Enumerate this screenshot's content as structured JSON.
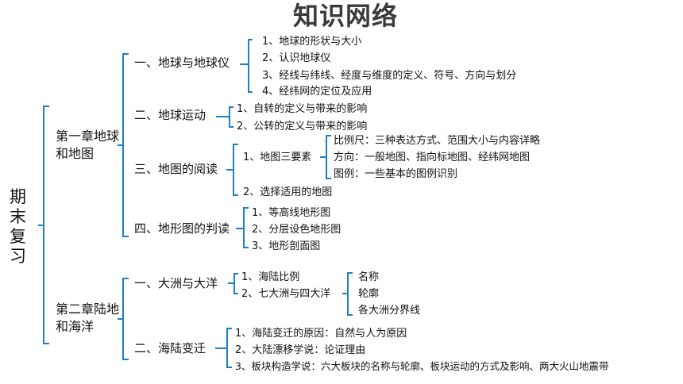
{
  "title": "知识网络",
  "root": "期末复习",
  "chapters": [
    {
      "title": "第一章地球和地图",
      "sections": [
        {
          "title": "一、地球与地球仪",
          "items": [
            "1、地球的形状与大小",
            "2、认识地球仪",
            "3、经线与纬线、经度与维度的定义、符号、方向与划分",
            "4、经纬网的定位及应用"
          ]
        },
        {
          "title": "二、地球运动",
          "items": [
            "1、自转的定义与带来的影响",
            "2、公转的定义与带来的影响"
          ]
        },
        {
          "title": "三、地图的阅读",
          "items": [
            "1、地图三要素",
            "2、选择适用的地图"
          ],
          "subitems": [
            "比例尺：三种表达方式、范围大小与内容详略",
            "方向：一般地图、指向标地图、经纬网地图",
            "图例：一些基本的图例识别"
          ]
        },
        {
          "title": "四、地形图的判读",
          "items": [
            "1、等高线地形图",
            "2、分层设色地形图",
            "3、地形剖面图"
          ]
        }
      ]
    },
    {
      "title": "第二章陆地和海洋",
      "sections": [
        {
          "title": "一、大洲与大洋",
          "items": [
            "1、海陆比例",
            "2、七大洲与四大洋"
          ],
          "subitems": [
            "名称",
            "轮廓",
            "各大洲分界线"
          ]
        },
        {
          "title": "二、海陆变迁",
          "items": [
            "1、海陆变迁的原因：自然与人为原因",
            "2、大陆漂移学说：论证理由",
            "3、板块构造学说：六大板块的名称与轮廓、板块运动的方式及影响、两大火山地震带"
          ]
        }
      ]
    }
  ],
  "colors": {
    "bracket": "#1e7fc9",
    "text": "#111111",
    "title": "#3a3a3a"
  }
}
